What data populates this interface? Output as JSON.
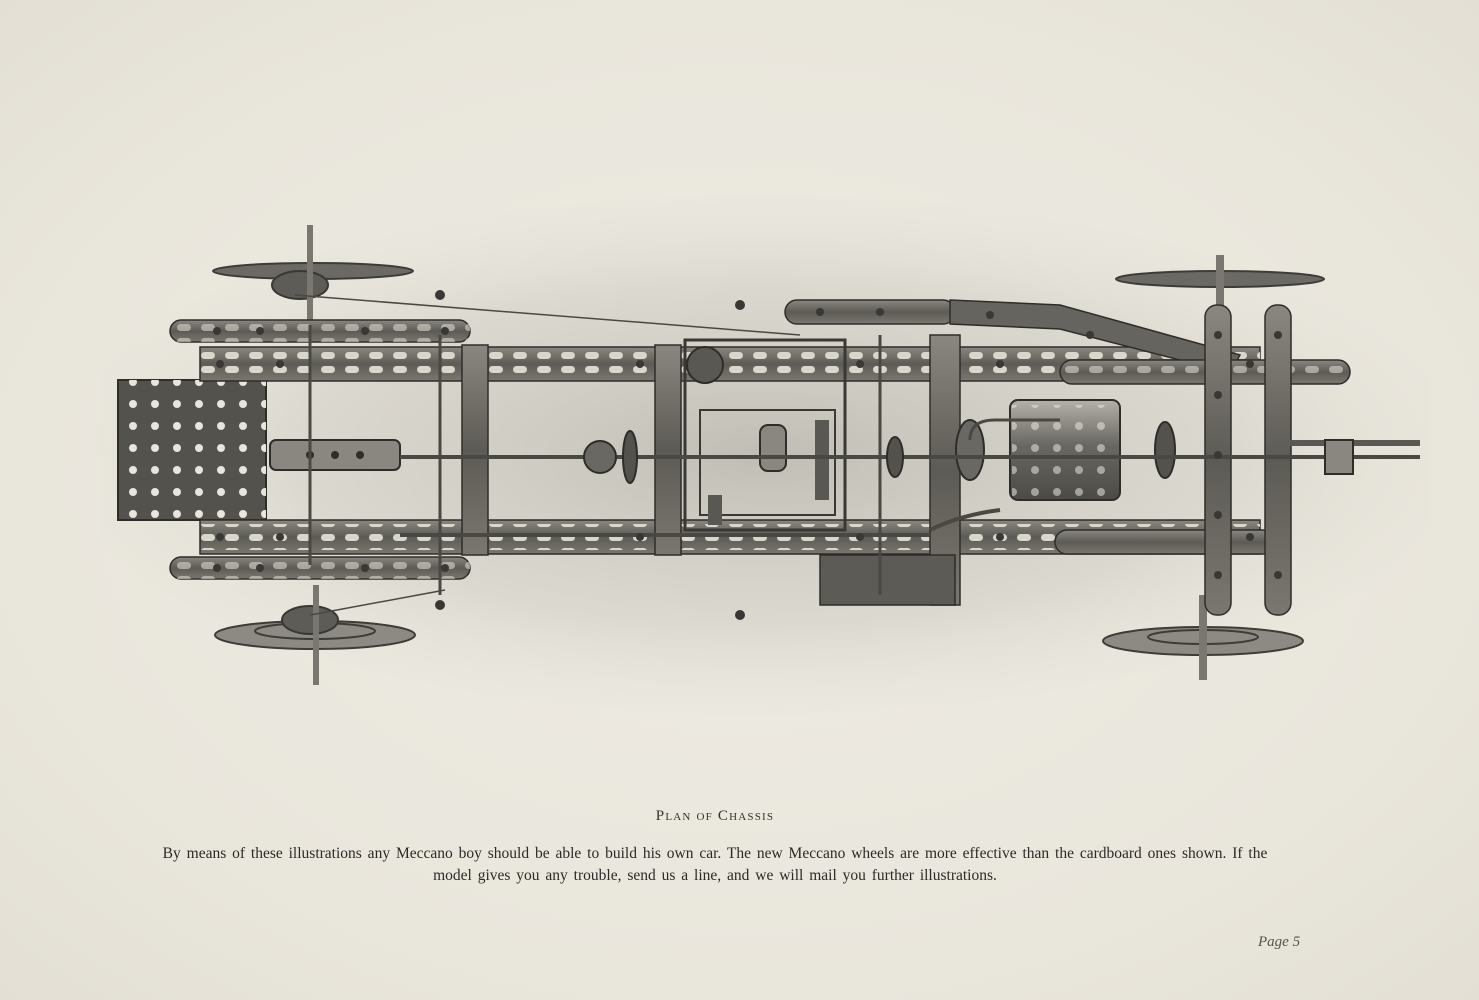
{
  "figure": {
    "caption_title": "Plan of Chassis",
    "caption_body": "By means of these illustrations any Meccano boy should be able to build his own car. The new Meccano wheels are more effective than the cardboard ones shown. If the model gives you any trouble, send us a line, and we will mail you further illustrations."
  },
  "footer": {
    "page_number": "Page 5"
  },
  "colors": {
    "paper": "#ebe8df",
    "ink": "#2b2a27",
    "metal": "#6e6c66"
  }
}
